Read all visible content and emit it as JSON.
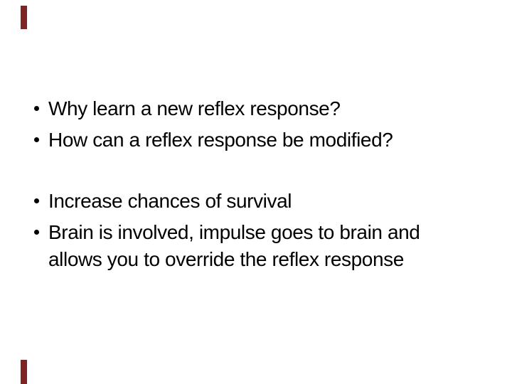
{
  "slide": {
    "background_color": "#ffffff",
    "text_color": "#000000",
    "accent_bar_color": "#7e2424",
    "bullet_groups": [
      {
        "items": [
          "Why learn a new reflex response?",
          "How can a reflex response be modified?"
        ]
      },
      {
        "items": [
          "Increase chances of survival",
          "Brain is involved, impulse goes to brain and allows you to override the reflex response"
        ]
      }
    ]
  }
}
